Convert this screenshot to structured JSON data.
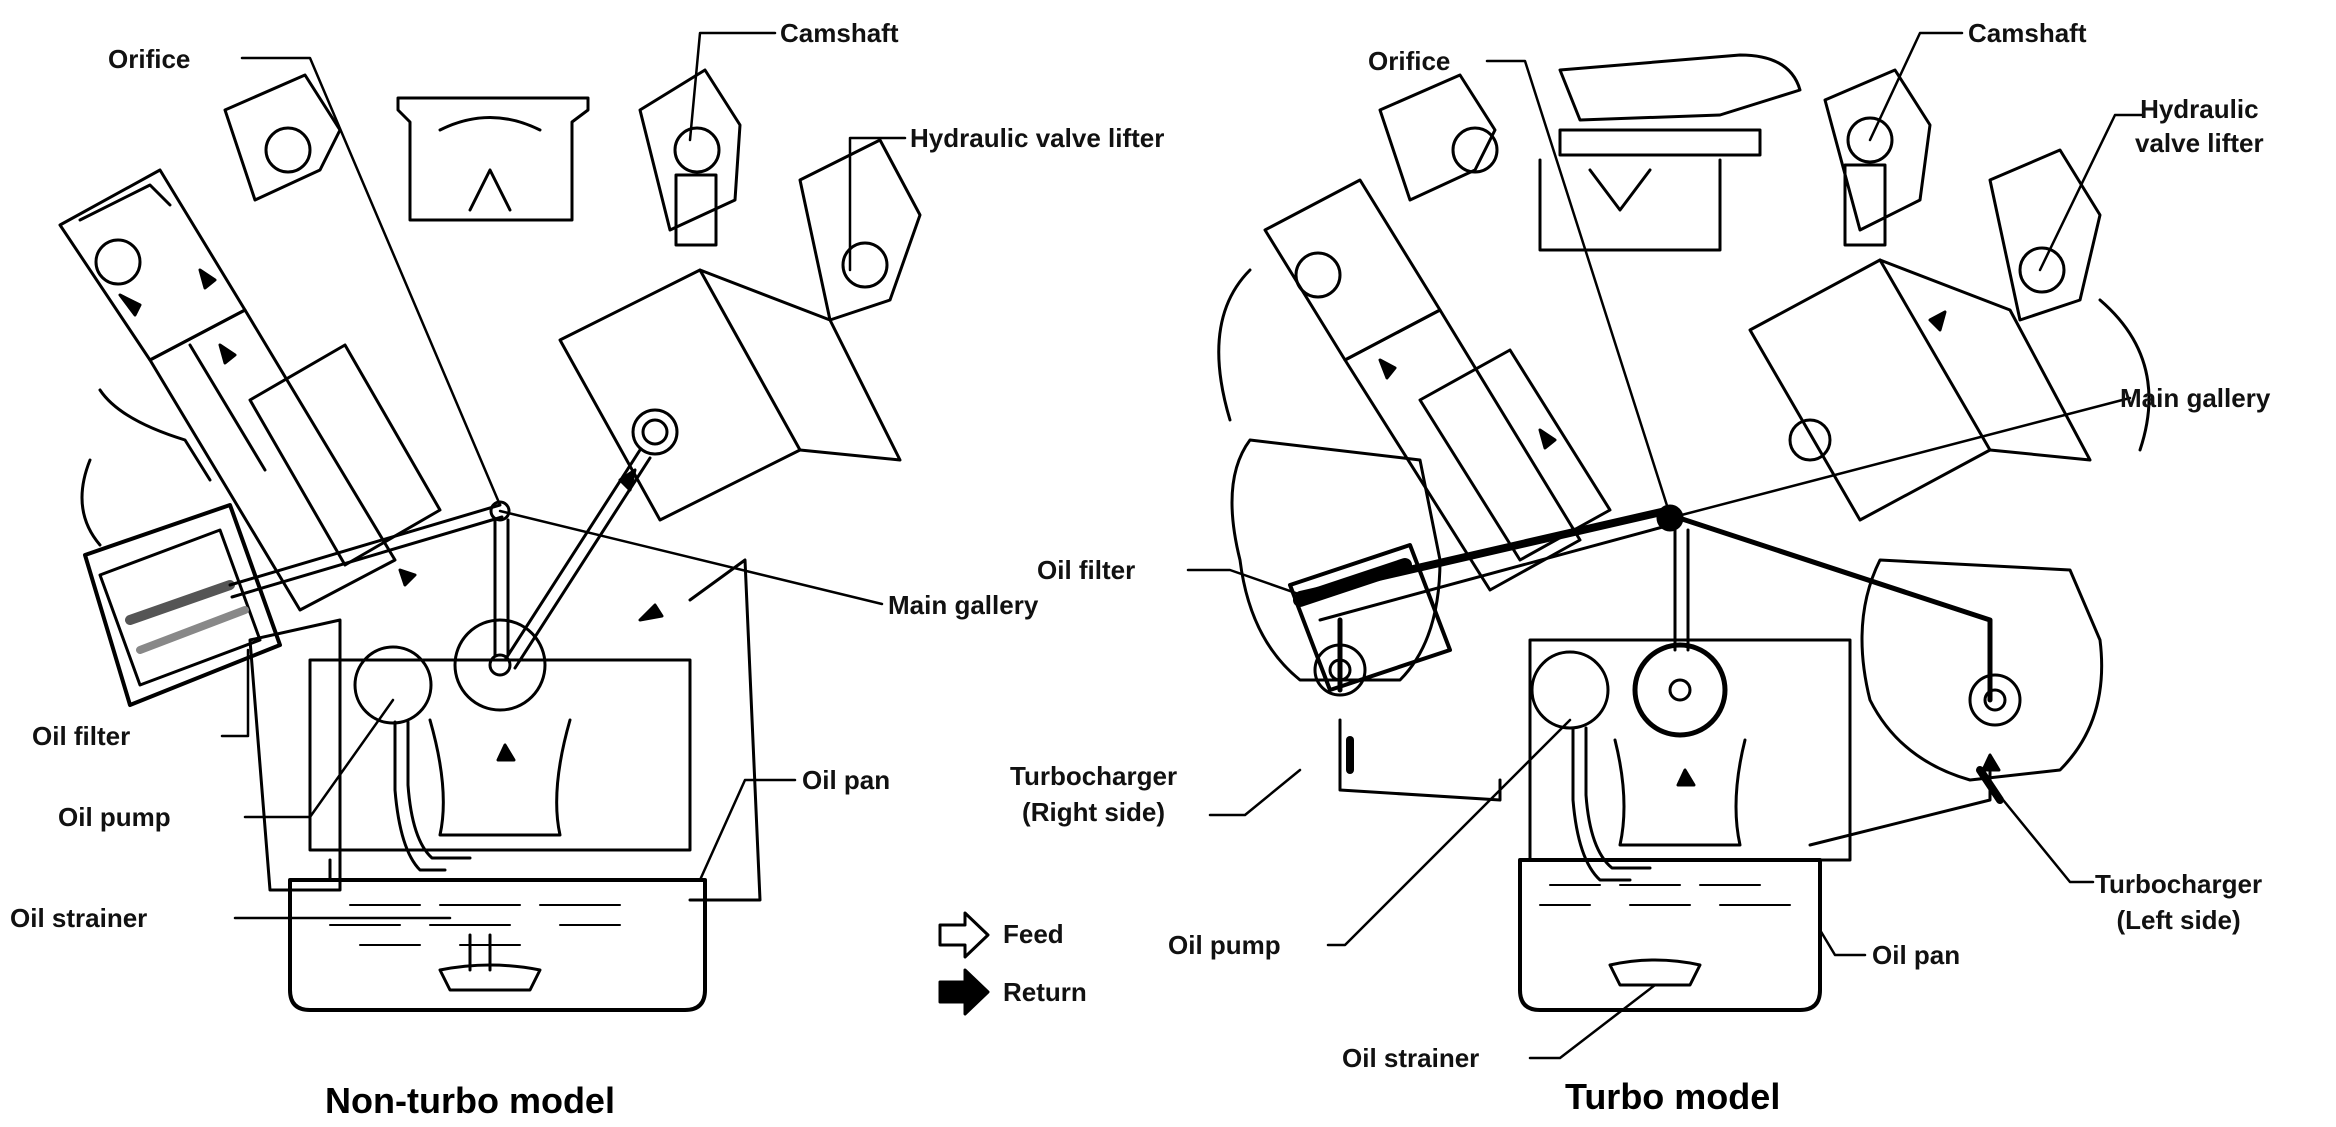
{
  "diagrams": {
    "non_turbo": {
      "caption": "Non-turbo model",
      "labels": {
        "orifice": "Orifice",
        "camshaft": "Camshaft",
        "hydraulic_valve_lifter": "Hydraulic valve lifter",
        "main_gallery": "Main gallery",
        "oil_filter": "Oil filter",
        "oil_pump": "Oil pump",
        "oil_pan": "Oil pan",
        "oil_strainer": "Oil strainer"
      }
    },
    "turbo": {
      "caption": "Turbo model",
      "labels": {
        "orifice": "Orifice",
        "camshaft": "Camshaft",
        "hydraulic_line1": "Hydraulic",
        "hydraulic_line2": "valve lifter",
        "main_gallery": "Main gallery",
        "oil_filter": "Oil filter",
        "turbo_right_line1": "Turbocharger",
        "turbo_right_line2": "(Right side)",
        "turbo_left_line1": "Turbocharger",
        "turbo_left_line2": "(Left side)",
        "oil_pump": "Oil pump",
        "oil_pan": "Oil pan",
        "oil_strainer": "Oil strainer"
      }
    }
  },
  "legend": {
    "feed": "Feed",
    "return": "Return"
  }
}
